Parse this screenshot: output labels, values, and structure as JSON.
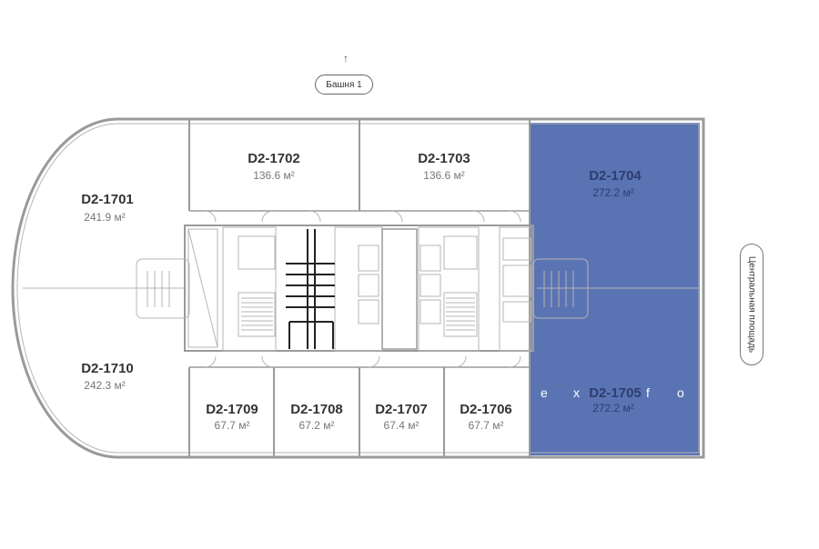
{
  "tower_label": "Башня 1",
  "plaza_label": "Центральная площадь",
  "watermark": [
    "e",
    "x",
    "f",
    "o"
  ],
  "colors": {
    "selected_fill": "#5a73b3",
    "wall": "#9a9a9a",
    "background": "#ffffff"
  },
  "units": [
    {
      "id": "D2-1701",
      "area": "241.9 м²",
      "selected": false
    },
    {
      "id": "D2-1702",
      "area": "136.6 м²",
      "selected": false
    },
    {
      "id": "D2-1703",
      "area": "136.6 м²",
      "selected": false
    },
    {
      "id": "D2-1704",
      "area": "272.2 м²",
      "selected": true
    },
    {
      "id": "D2-1705",
      "area": "272.2 м²",
      "selected": true
    },
    {
      "id": "D2-1706",
      "area": "67.7 м²",
      "selected": false
    },
    {
      "id": "D2-1707",
      "area": "67.4 м²",
      "selected": false
    },
    {
      "id": "D2-1708",
      "area": "67.2 м²",
      "selected": false
    },
    {
      "id": "D2-1709",
      "area": "67.7 м²",
      "selected": false
    },
    {
      "id": "D2-1710",
      "area": "242.3 м²",
      "selected": false
    }
  ]
}
